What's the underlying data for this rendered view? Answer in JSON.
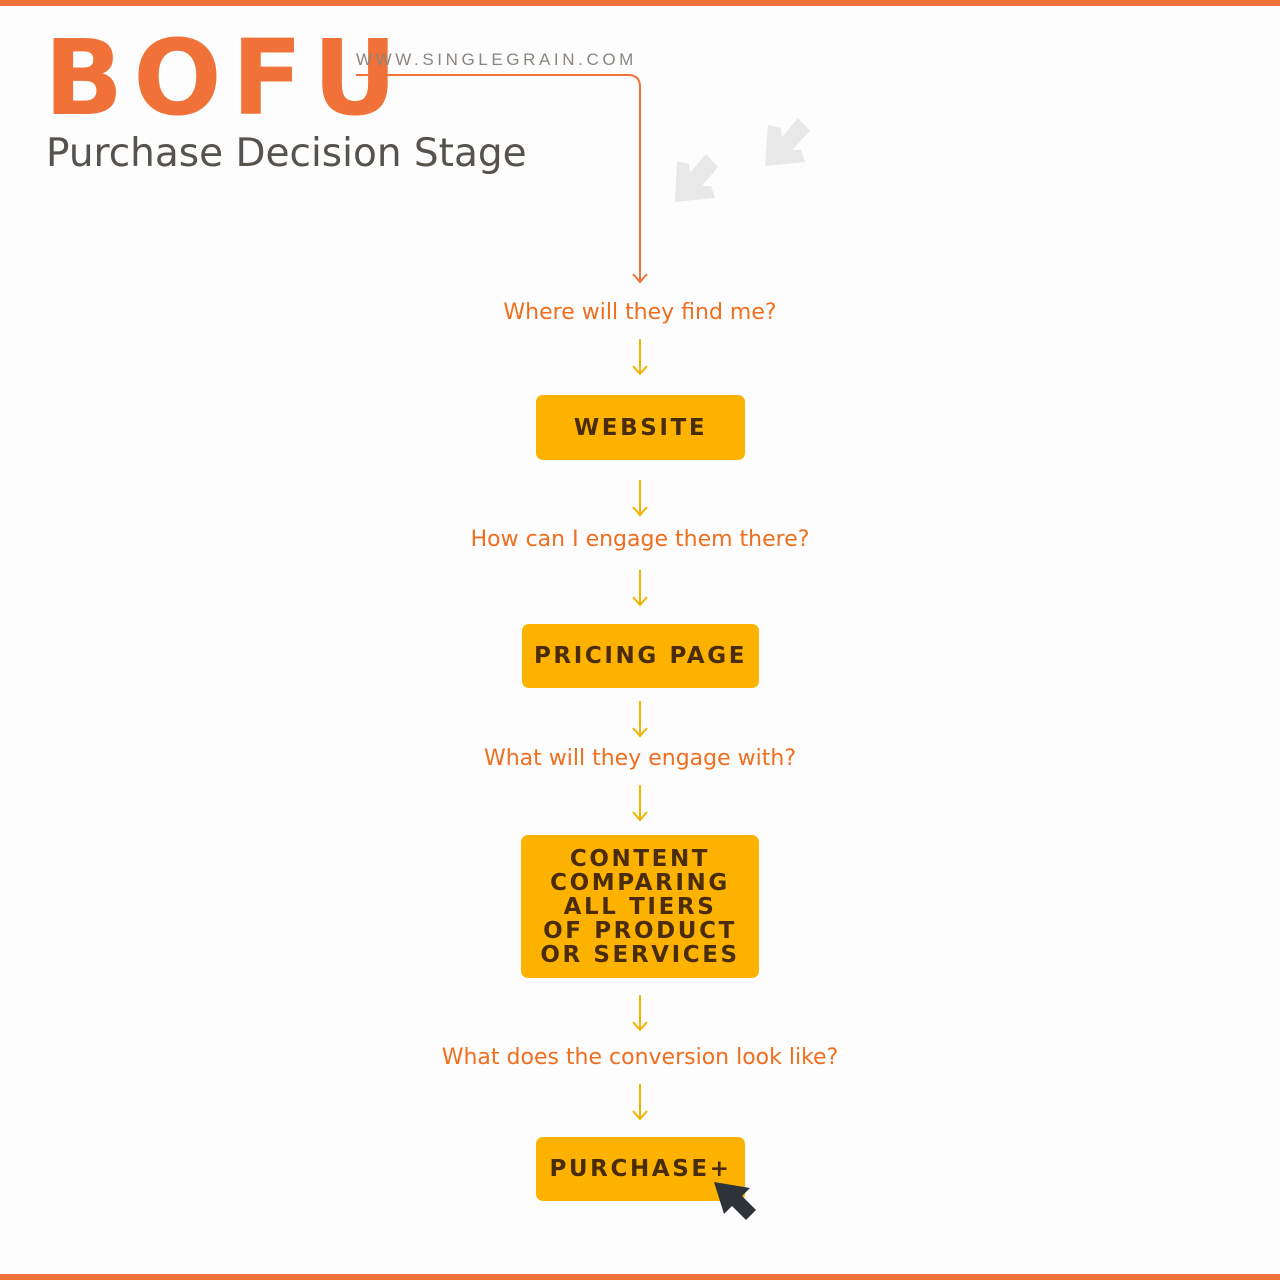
{
  "header": {
    "title": "BOFU",
    "website": "WWW.SINGLEGRAIN.COM",
    "subtitle": "Purchase Decision Stage"
  },
  "flow": {
    "steps": [
      {
        "question": "Where will they find me?",
        "answer": "WEBSITE"
      },
      {
        "question": "How can I engage them there?",
        "answer": "PRICING PAGE"
      },
      {
        "question": "What will they engage with?",
        "answer": "CONTENT COMPARING ALL TIERS OF PRODUCT OR SERVICES"
      },
      {
        "question": "What does the conversion look like?",
        "answer": "PURCHASE+"
      }
    ]
  },
  "icons": {
    "decorative_arrows": "arrow-down-left-icon",
    "cursor": "mouse-cursor-icon"
  },
  "colors": {
    "brand_orange": "#f07238",
    "question_orange": "#f06e1e",
    "box_yellow": "#fdb200",
    "box_text": "#4a2d08",
    "connector_yellow": "#f0b400",
    "subtitle_gray": "#56524d",
    "url_gray": "#8a8580",
    "cursor_dark": "#2d3338",
    "decor_gray": "#e8e8e8"
  }
}
